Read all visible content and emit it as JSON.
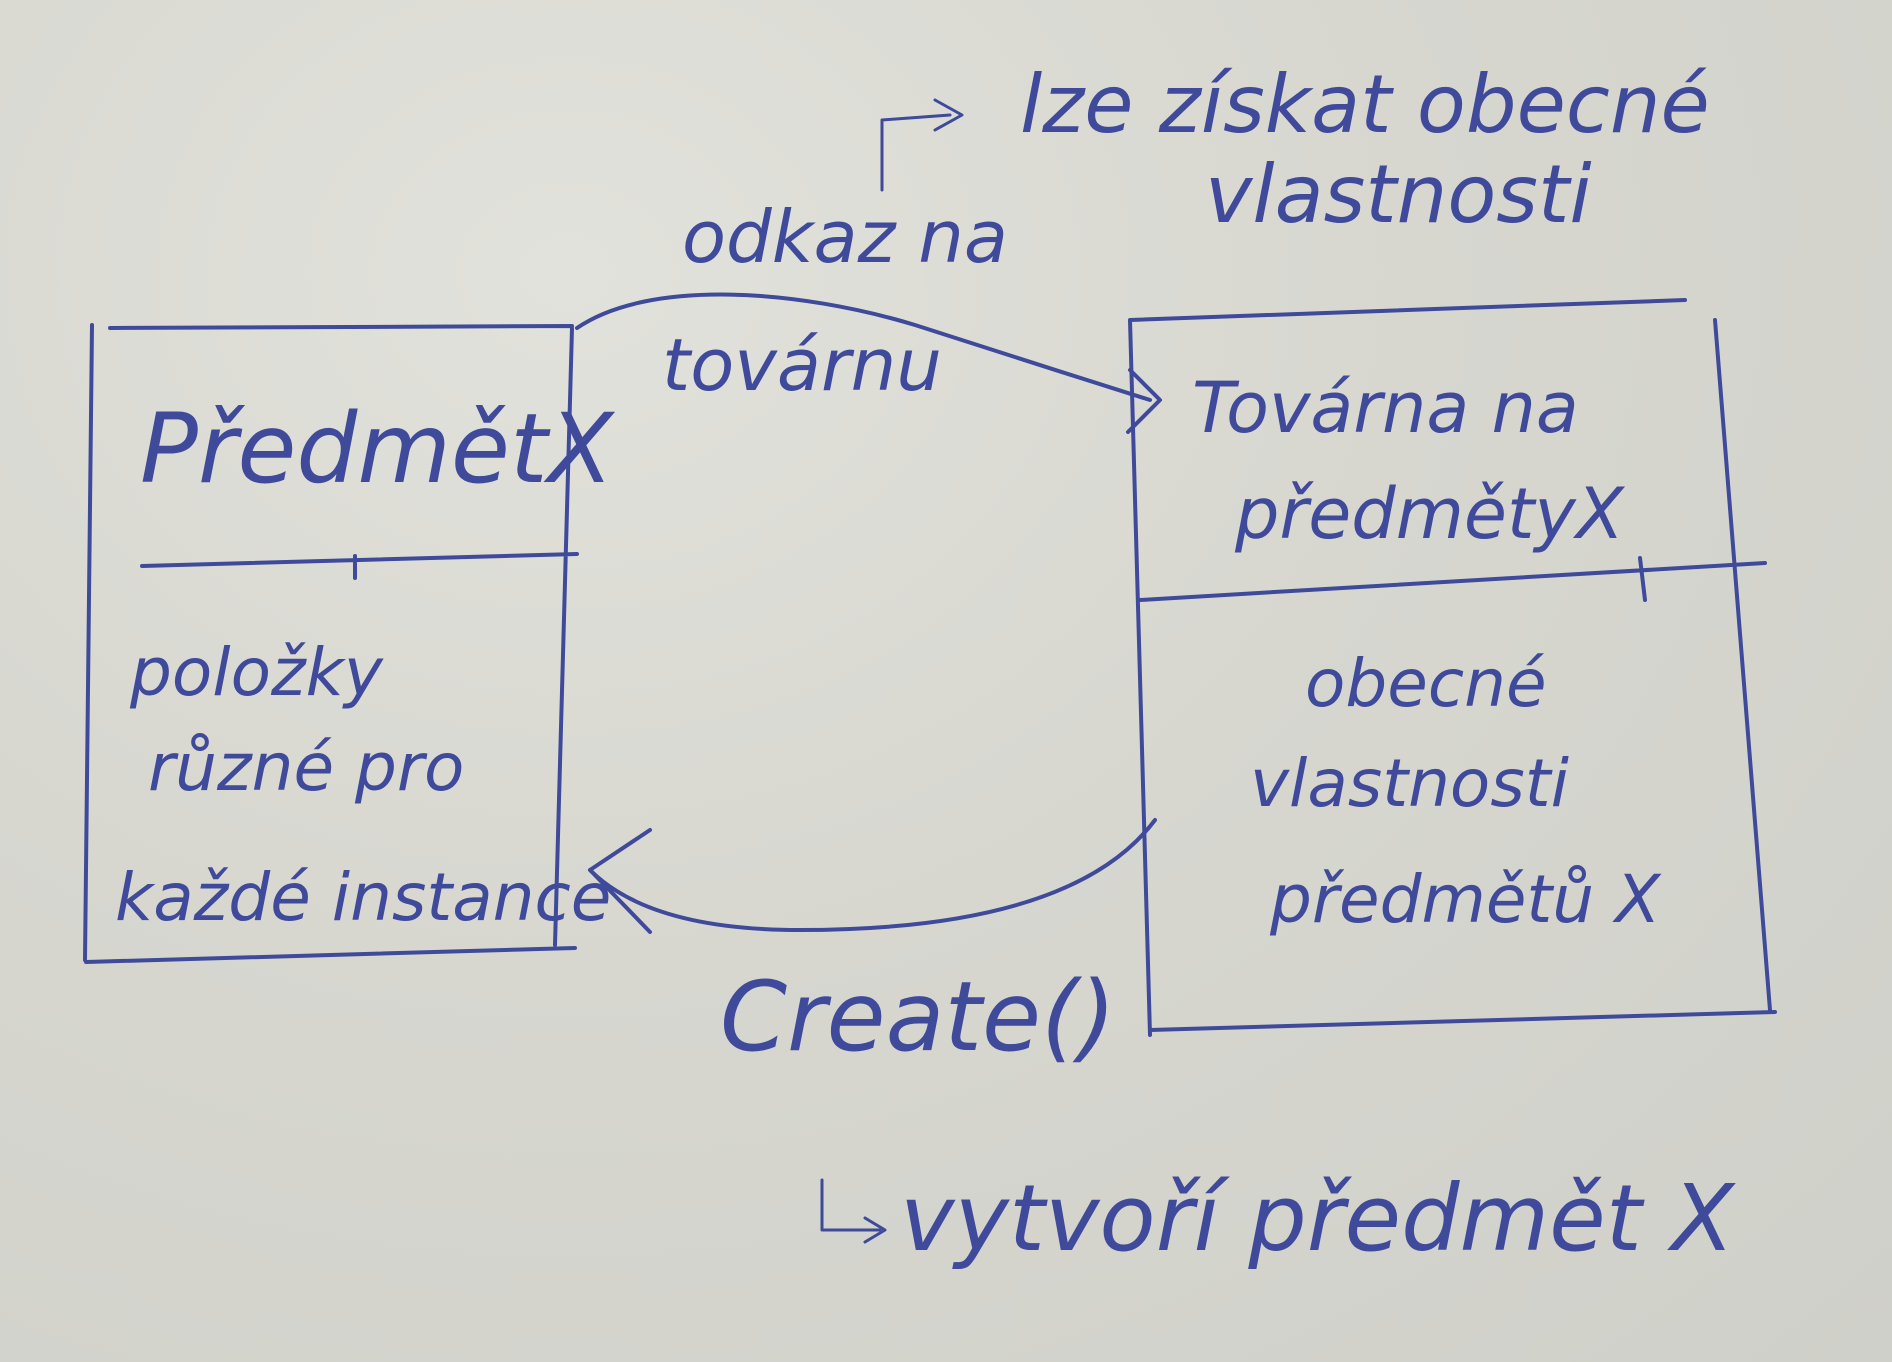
{
  "diagram": {
    "left_box": {
      "title": "PředmětX",
      "body_lines": [
        "položky",
        "různé pro",
        "každé instance"
      ]
    },
    "right_box": {
      "title_lines": [
        "Továrna na",
        "předmětyX"
      ],
      "body_lines": [
        "obecné",
        "vlastnosti",
        "předmětů X"
      ]
    },
    "top_connector": {
      "label_lines": [
        "odkaz na",
        "továrnu"
      ]
    },
    "note": {
      "lines": [
        "lze získat obecné",
        "vlastnosti"
      ]
    },
    "bottom_connector": {
      "label": "Create()"
    },
    "footer_note": {
      "text": "vytvoří předmět X"
    }
  },
  "colors": {
    "ink": "#3f4a9b",
    "paper": "#d7d7d0"
  }
}
